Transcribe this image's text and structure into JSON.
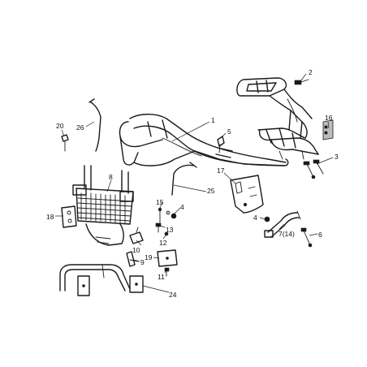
{
  "callouts": [
    {
      "id": "part-1",
      "label": "1"
    },
    {
      "id": "part-2",
      "label": "2"
    },
    {
      "id": "part-3",
      "label": "3"
    },
    {
      "id": "part-4",
      "label": "4"
    },
    {
      "id": "part-4b",
      "label": "4"
    },
    {
      "id": "part-5",
      "label": "5"
    },
    {
      "id": "part-6",
      "label": "6"
    },
    {
      "id": "part-7",
      "label": "7(14)"
    },
    {
      "id": "part-8",
      "label": "8"
    },
    {
      "id": "part-9",
      "label": "9"
    },
    {
      "id": "part-10",
      "label": "10"
    },
    {
      "id": "part-11",
      "label": "11"
    },
    {
      "id": "part-12",
      "label": "12"
    },
    {
      "id": "part-13",
      "label": "13"
    },
    {
      "id": "part-15",
      "label": "15"
    },
    {
      "id": "part-16",
      "label": "16"
    },
    {
      "id": "part-17",
      "label": "17"
    },
    {
      "id": "part-18",
      "label": "18"
    },
    {
      "id": "part-19",
      "label": "19"
    },
    {
      "id": "part-20",
      "label": "20"
    },
    {
      "id": "part-24",
      "label": "24"
    },
    {
      "id": "part-25",
      "label": "25"
    },
    {
      "id": "part-26",
      "label": "26"
    }
  ]
}
